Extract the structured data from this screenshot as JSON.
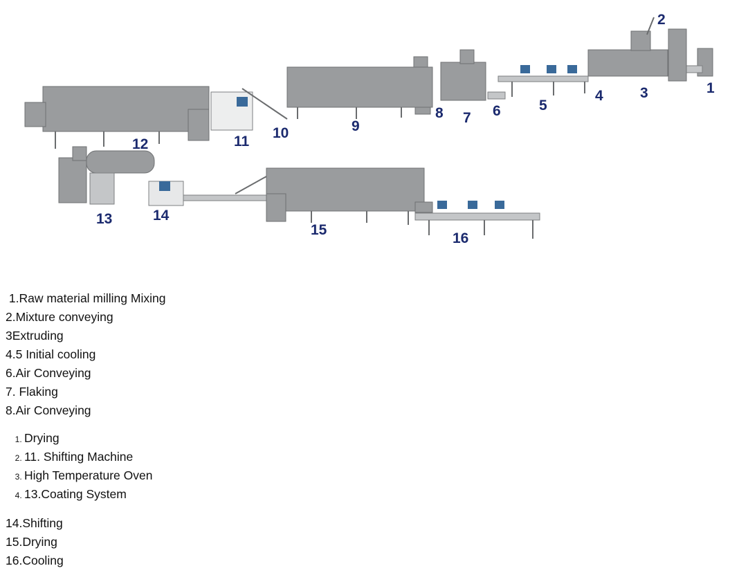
{
  "diagram": {
    "labels": [
      "1",
      "2",
      "3",
      "4",
      "5",
      "6",
      "7",
      "8",
      "9",
      "10",
      "11",
      "12",
      "13",
      "14",
      "15",
      "16"
    ],
    "label_color": "#1b2a6e"
  },
  "steps_top": [
    " 1.Raw material milling Mixing",
    "2.Mixture conveying",
    "3Extruding",
    "4.5 Initial cooling",
    "6.Air Conveying",
    "7. Flaking",
    "8.Air Conveying"
  ],
  "steps_ordered": [
    "Drying",
    "11. Shifting Machine",
    "High Temperature Oven",
    "13.Coating System"
  ],
  "steps_bottom": [
    "14.Shifting",
    "15.Drying",
    "16.Cooling"
  ]
}
